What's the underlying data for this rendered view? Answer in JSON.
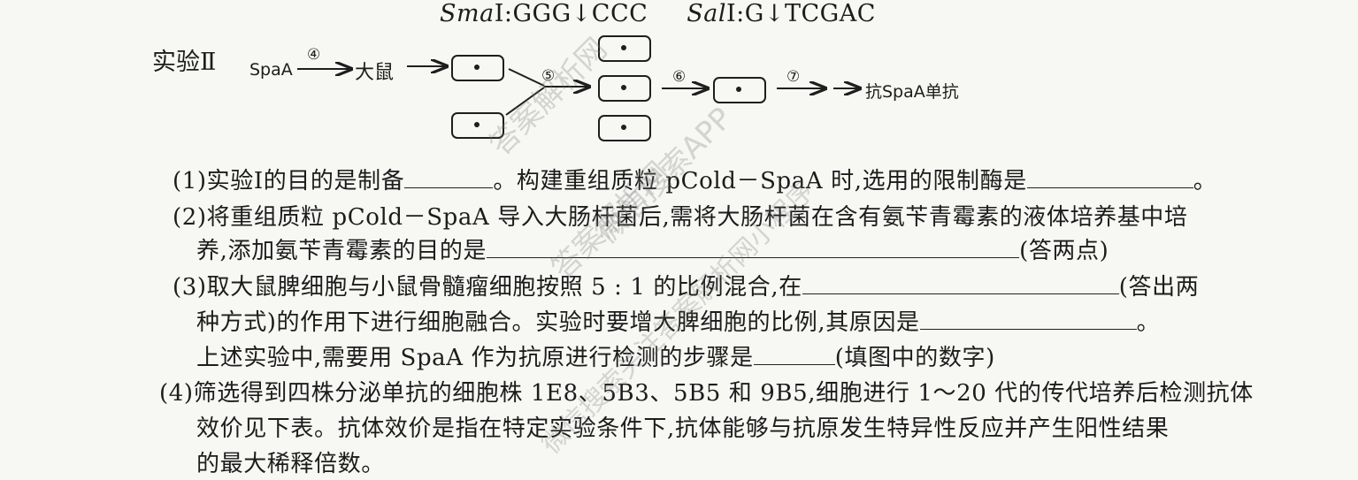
{
  "enzymes": {
    "sma_name": "Sma",
    "sma_suffix": "Ⅰ:GGG↓CCC",
    "sal_name": "Sal",
    "sal_suffix": "Ⅰ:G↓TCGAC"
  },
  "experiment_label": "实验Ⅱ",
  "flow": {
    "antigen": "SpaA",
    "step4": "④",
    "mouse": "大鼠",
    "step5": "⑤",
    "step6": "⑥",
    "step7": "⑦",
    "result": "抗SpaA单抗"
  },
  "questions": {
    "q1_a": "(1)实验Ⅰ的目的是制备",
    "q1_b": "。构建重组质粒 pCold－SpaA 时,选用的限制酶是",
    "q1_end": "。",
    "q2_a": "(2)将重组质粒 pCold－SpaA 导入大肠杆菌后,需将大肠杆菌在含有氨苄青霉素的液体培养基中培",
    "q2_b": "养,添加氨苄青霉素的目的是",
    "q2_c": "(答两点)",
    "q3_a": "(3)取大鼠脾细胞与小鼠骨髓瘤细胞按照 5 : 1 的比例混合,在",
    "q3_b": "(答出两",
    "q3_c": "种方式)的作用下进行细胞融合。实验时要增大脾细胞的比例,其原因是",
    "q3_end": "。",
    "q3_d": "上述实验中,需要用 SpaA 作为抗原进行检测的步骤是",
    "q3_e": "(填图中的数字)",
    "q4_a": "(4)筛选得到四株分泌单抗的细胞株 1E8、5B3、5B5 和 9B5,细胞进行 1～20 代的传代培养后检测抗体",
    "q4_b": "效价见下表。抗体效价是指在特定实验条件下,抗体能够与抗原发生特异性反应并产生阳性结果",
    "q4_c": "的最大稀释倍数。"
  },
  "watermarks": {
    "w1": "答案解析网",
    "w2": "微信搜索APP",
    "w3": "答案解析网",
    "w4": "微信搜索关注答案解析网小程序"
  }
}
